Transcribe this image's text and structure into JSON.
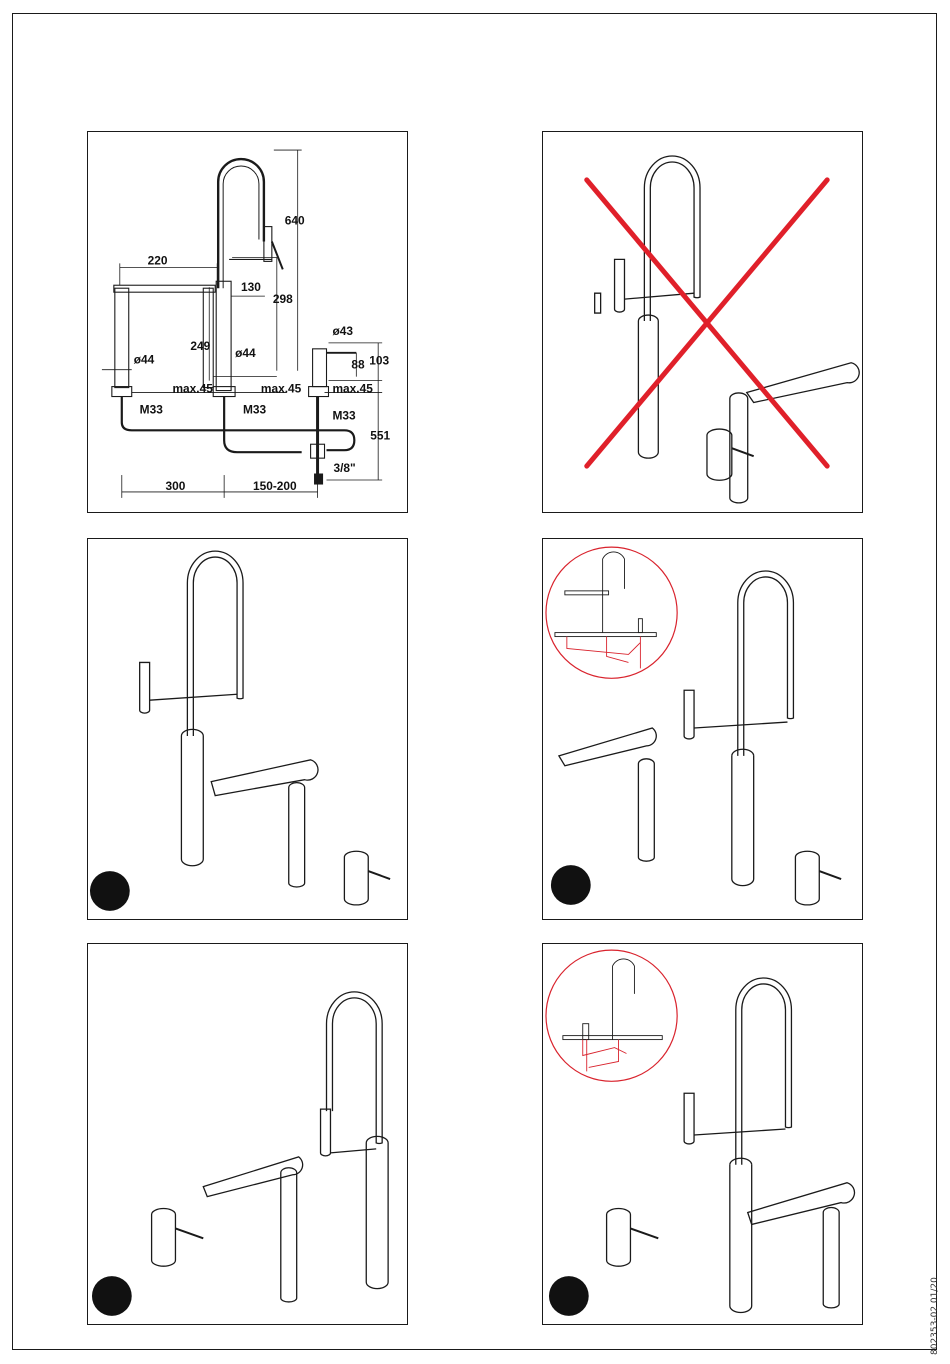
{
  "document_code": "802353-02 01/20",
  "dimensions": {
    "height_total": "640",
    "lever_reach": "220",
    "spout_offset": "130",
    "pillar_height": "298",
    "body_height": "249",
    "dia_left": "ø44",
    "dia_center": "ø44",
    "dia_dispenser": "ø43",
    "dispenser_height": "103",
    "dispenser_body": "88",
    "max_thickness_left": "max.45",
    "max_thickness_center": "max.45",
    "max_thickness_right": "max.45",
    "thread_left": "M33",
    "thread_center": "M33",
    "thread_right": "M33",
    "hose_drop": "551",
    "connection": "3/8\"",
    "spacing_left": "300",
    "spacing_right": "150-200"
  },
  "colors": {
    "line": "#1a1a1a",
    "cross": "#e0202a",
    "accent_red": "#d9232d",
    "step_marker": "#111111"
  },
  "icons": {
    "prohibited": "red-cross-icon",
    "step": "black-dot-icon"
  }
}
